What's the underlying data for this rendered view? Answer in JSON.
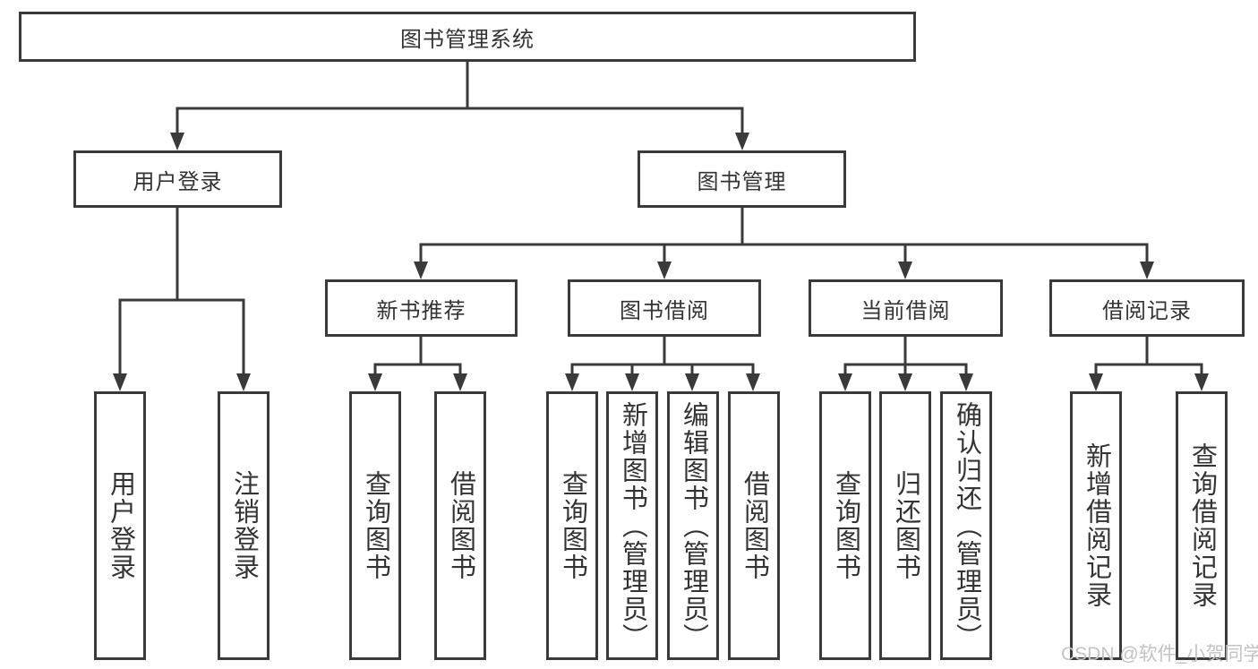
{
  "diagram": {
    "title": "图书管理系统",
    "branches": [
      {
        "label": "用户登录",
        "children": [
          {
            "label": "用户登录"
          },
          {
            "label": "注销登录"
          }
        ]
      },
      {
        "label": "图书管理",
        "groups": [
          {
            "label": "新书推荐",
            "children": [
              {
                "label": "查询图书"
              },
              {
                "label": "借阅图书"
              }
            ]
          },
          {
            "label": "图书借阅",
            "children": [
              {
                "label": "查询图书"
              },
              {
                "label": "新增图书（管理员）"
              },
              {
                "label": "编辑图书（管理员）"
              },
              {
                "label": "借阅图书"
              }
            ]
          },
          {
            "label": "当前借阅",
            "children": [
              {
                "label": "查询图书"
              },
              {
                "label": "归还图书"
              },
              {
                "label": "确认归还（管理员）"
              }
            ]
          },
          {
            "label": "借阅记录",
            "children": [
              {
                "label": "新增借阅记录"
              },
              {
                "label": "查询借阅记录"
              }
            ]
          }
        ]
      }
    ]
  },
  "watermark": "CSDN @软件_小贺同学"
}
